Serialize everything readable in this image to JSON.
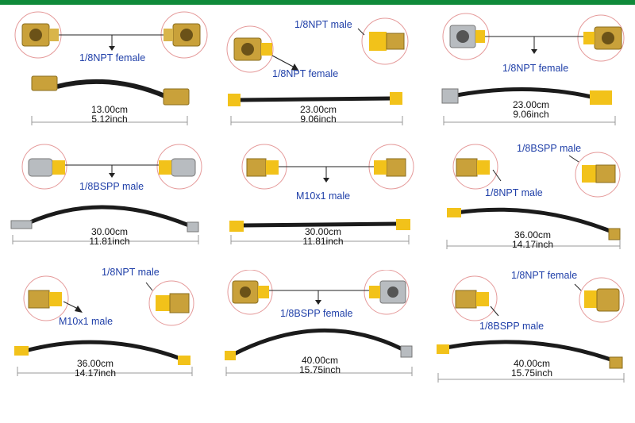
{
  "colors": {
    "brand_bar": "#0f8a3a",
    "label_blue": "#1f3fa8",
    "callout_circle": "#e59a9a",
    "hose": "#1b1b1b",
    "yellow_sleeve": "#f2c21a",
    "brass": "#c9a13a",
    "steel": "#b8bcc0"
  },
  "panels": [
    {
      "label_a": "1/8NPT female",
      "label_b": "",
      "length_cm": "13.00cm",
      "length_inch": "5.12inch",
      "left": "brass-female-fitting-icon",
      "right": "brass-female-fitting-icon"
    },
    {
      "label_a": "1/8NPT female",
      "label_b": "1/8NPT male",
      "length_cm": "23.00cm",
      "length_inch": "9.06inch",
      "left": "brass-female-fitting-icon",
      "right": "brass-male-fitting-icon"
    },
    {
      "label_a": "1/8NPT female",
      "label_b": "",
      "length_cm": "23.00cm",
      "length_inch": "9.06inch",
      "left": "steel-female-fitting-icon",
      "right": "brass-female-fitting-icon"
    },
    {
      "label_a": "1/8BSPP male",
      "label_b": "",
      "length_cm": "30.00cm",
      "length_inch": "11.81inch",
      "left": "grease-coupler-icon",
      "right": "grease-coupler-icon"
    },
    {
      "label_a": "M10x1 male",
      "label_b": "",
      "length_cm": "30.00cm",
      "length_inch": "11.81inch",
      "left": "brass-male-fitting-icon",
      "right": "brass-male-fitting-icon"
    },
    {
      "label_a": "1/8NPT male",
      "label_b": "1/8BSPP male",
      "length_cm": "36.00cm",
      "length_inch": "14.17inch",
      "left": "brass-male-fitting-icon",
      "right": "brass-male-fitting-icon"
    },
    {
      "label_a": "M10x1 male",
      "label_b": "1/8NPT male",
      "length_cm": "36.00cm",
      "length_inch": "14.17inch",
      "left": "brass-male-fitting-icon",
      "right": "brass-male-fitting-icon"
    },
    {
      "label_a": "1/8BSPP female",
      "label_b": "",
      "length_cm": "40.00cm",
      "length_inch": "15.75inch",
      "left": "brass-female-fitting-icon",
      "right": "steel-female-fitting-icon"
    },
    {
      "label_a": "1/8BSPP male",
      "label_b": "1/8NPT female",
      "length_cm": "40.00cm",
      "length_inch": "15.75inch",
      "left": "brass-male-fitting-icon",
      "right": "brass-female-fitting-icon"
    }
  ]
}
